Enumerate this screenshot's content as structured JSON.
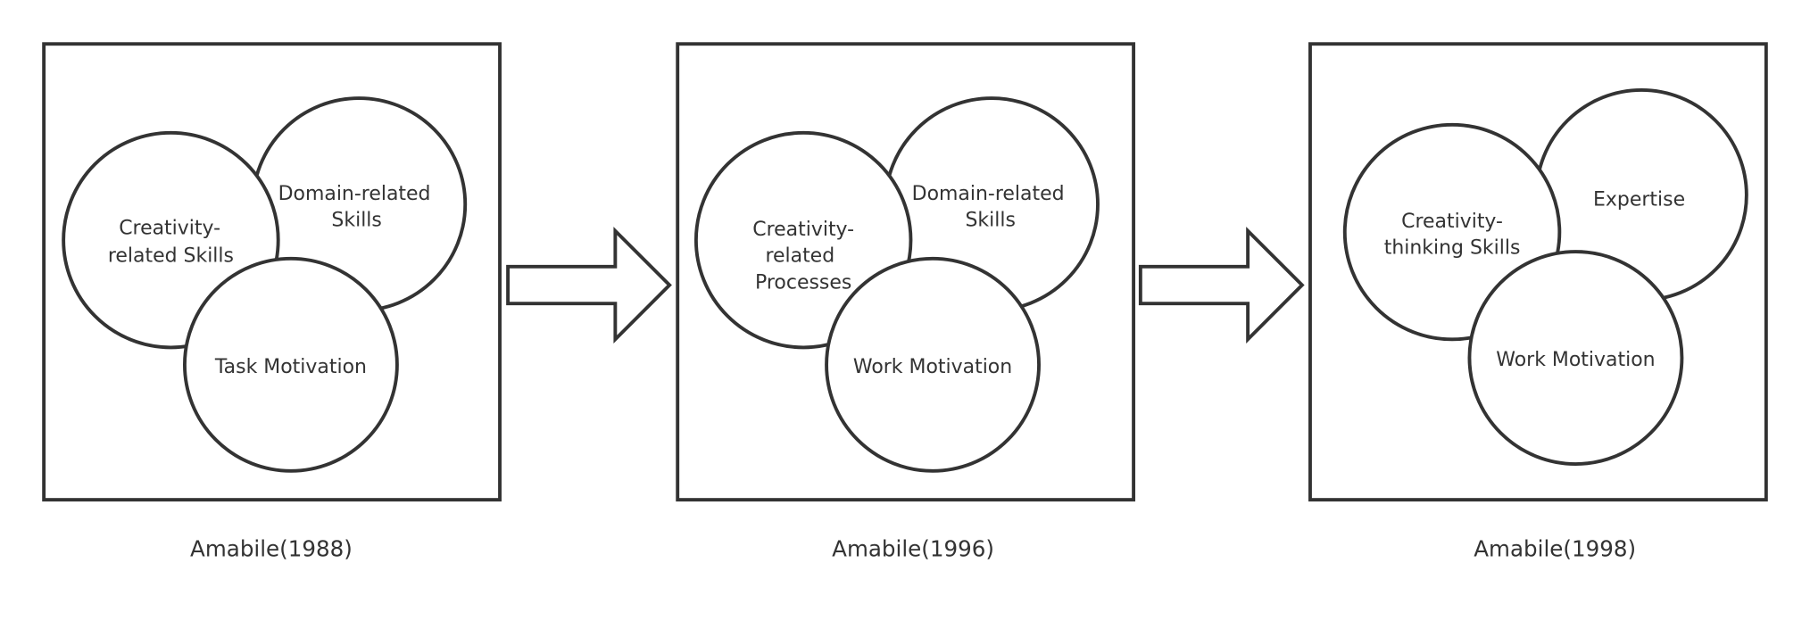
{
  "panels": [
    {
      "caption": "Amabile(1988)",
      "circles": {
        "domain": [
          "Domain-related",
          "Skills"
        ],
        "creativity": [
          "Creativity-",
          "related Skills"
        ],
        "motivation": [
          "Task Motivation"
        ]
      }
    },
    {
      "caption": "Amabile(1996)",
      "circles": {
        "domain": [
          "Domain-related",
          "Skills"
        ],
        "creativity": [
          "Creativity-",
          "related",
          "Processes"
        ],
        "motivation": [
          "Work Motivation"
        ]
      }
    },
    {
      "caption": "Amabile(1998)",
      "circles": {
        "domain": [
          "Expertise"
        ],
        "creativity": [
          "Creativity-",
          "thinking Skills"
        ],
        "motivation": [
          "Work Motivation"
        ]
      }
    }
  ],
  "colors": {
    "stroke": "#333333",
    "background": "#ffffff"
  }
}
